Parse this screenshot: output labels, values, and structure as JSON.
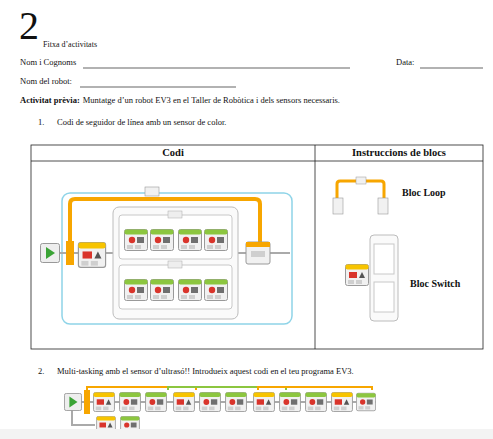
{
  "diagram": {
    "title": "Fitxa d’activitats",
    "labels": [
      "2",
      "Nom i Cognoms",
      "Data:",
      "Nom del robot:",
      "Activitat prèvia:",
      "Muntatge d’un robot EV3 en el Taller de Robòtica i dels sensors necessaris.",
      "1.",
      "Codi de seguidor de línea amb un sensor de color.",
      "Codi",
      "Instruccions de blocs",
      "Bloc Loop",
      "Bloc Switch",
      "2.",
      "Multi-tasking amb el sensor d’ultrasó!! Introdueix aquest codi en el teu programa EV3."
    ]
  }
}
